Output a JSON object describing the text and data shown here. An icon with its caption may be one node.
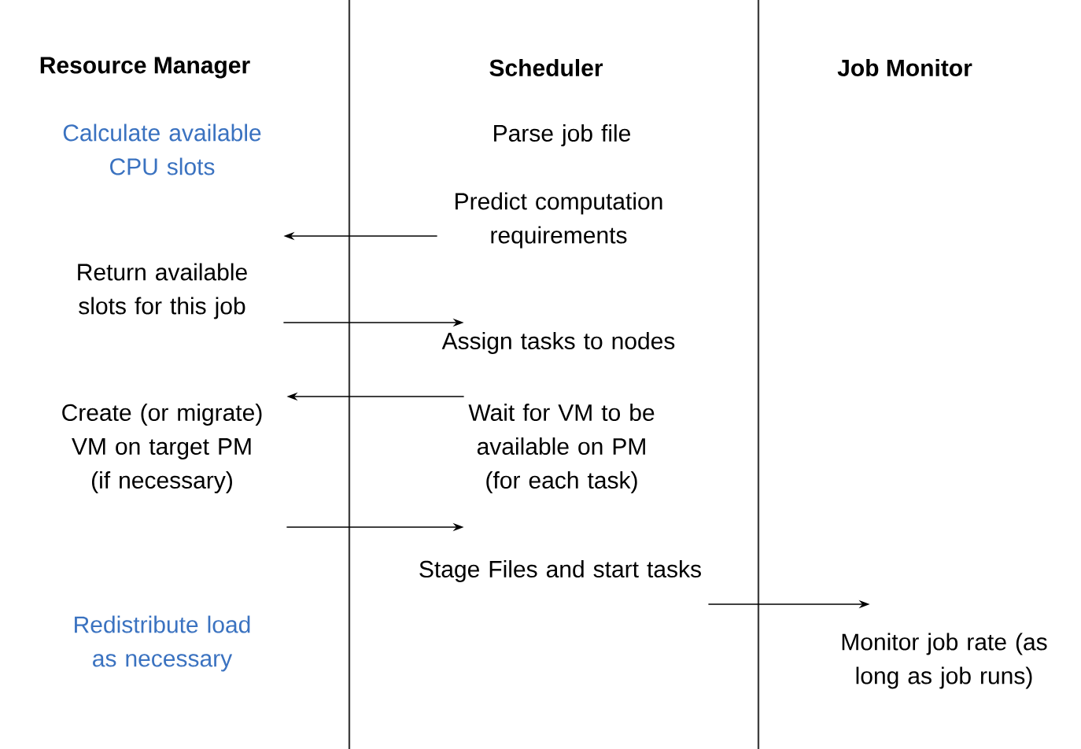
{
  "diagram": {
    "nodes": [
      {
        "text": [
          "Calculate available CPU slots"
        ]
      },
      {
        "text": [
          "Parse job file"
        ]
      },
      {
        "text": [
          "Predict computation requirements"
        ]
      },
      {
        "text": [
          "Return available slots for this job"
        ]
      },
      {
        "text": [
          "Assign tasks to nodes"
        ]
      },
      {
        "text": [
          "Create (or migrate) VM on target PM (if necessary)"
        ]
      },
      {
        "text": [
          "Wait for VM to be available on PM (for each task)"
        ]
      },
      {
        "text": [
          "Stage Files and start tasks"
        ]
      },
      {
        "text": [
          "Redistribute load as necessary"
        ]
      },
      {
        "text": [
          "Monitor job rate (as long as job runs)"
        ]
      }
    ],
    "edges": [
      {
        "from": 2,
        "to": 3,
        "arrow": "to"
      },
      {
        "from": 3,
        "to": 4,
        "arrow": "to"
      },
      {
        "from": 6,
        "to": 5,
        "arrow": "to"
      },
      {
        "from": 5,
        "to": 7,
        "arrow": "to"
      },
      {
        "from": 7,
        "to": 9,
        "arrow": "to"
      }
    ],
    "labels": [
      "Resource Manager",
      "Scheduler",
      "Job Monitor"
    ]
  }
}
